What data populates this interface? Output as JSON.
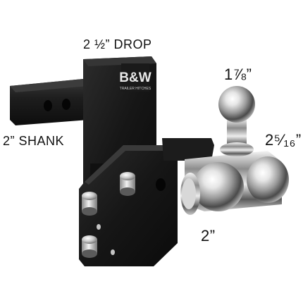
{
  "callouts": {
    "drop": "2 ½” DROP",
    "shank": "2” SHANK",
    "ball_top": "1⅞”",
    "ball_right": "2⁵⁄₁₆”",
    "ball_bottom": "2”"
  },
  "brand": {
    "logo": "B&W",
    "tagline": "TRAILER HITCHES"
  },
  "colors": {
    "background": "#ffffff",
    "steel_black": "#1b1b1b",
    "chrome_light": "#f2f2f2",
    "chrome_dark": "#6d6d6d"
  }
}
